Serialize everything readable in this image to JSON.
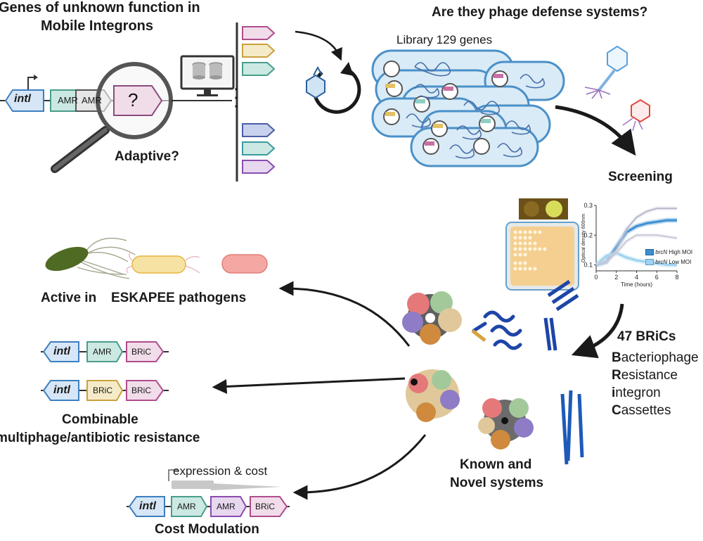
{
  "colors": {
    "intl": "#3d7fbf",
    "amr": "#8ecfc3",
    "bric": "#d65a8a",
    "bric_alt": "#e3c262",
    "query": "#c86fa3",
    "cell_fill": "#cfe4f5",
    "cell_stroke": "#4a90c8",
    "arrow": "#1a1a1a",
    "high_moi": "#3d8fd1",
    "low_moi": "#9fd3f0"
  },
  "icons": {
    "magnifier": "magnifier-icon",
    "computer": "computer-icon",
    "cycle": "cycle-arrow-icon",
    "phage": "phage-icon",
    "plate": "plate-icon",
    "protein": "protein-structure-icon",
    "bacteria": "bacteria-icon"
  },
  "top_left": {
    "title_line1": "Genes of unknown function in",
    "title_line2": "Mobile Integrons",
    "cassette": {
      "intl": "intl",
      "amr1": "AMR",
      "amr2": "AMR",
      "unknown": "?"
    },
    "adaptive": "Adaptive?"
  },
  "top_right": {
    "question": "Are they phage defense systems?",
    "library": "Library 129 genes",
    "ellipsis": "· · ·"
  },
  "screening": {
    "label": "Screening",
    "chart_data": {
      "type": "line",
      "xlabel": "Time (hours)",
      "ylabel": "Optical density 600nm",
      "x_ticks": [
        "0",
        "2",
        "4",
        "6",
        "8"
      ],
      "y_ticks": [
        "0.1",
        "0.2",
        "0.3"
      ],
      "xlim": [
        0,
        8
      ],
      "ylim": [
        0.08,
        0.3
      ],
      "series": [
        {
          "name": "brcN High MOI",
          "x": [
            0,
            1,
            2,
            3,
            4,
            5,
            6,
            7,
            8
          ],
          "values": [
            0.1,
            0.11,
            0.16,
            0.21,
            0.23,
            0.24,
            0.245,
            0.25,
            0.25
          ]
        },
        {
          "name": "brcN Low MOI",
          "x": [
            0,
            1,
            2,
            3,
            4,
            5,
            6,
            7,
            8
          ],
          "values": [
            0.1,
            0.13,
            0.14,
            0.125,
            0.115,
            0.11,
            0.105,
            0.1,
            0.1
          ]
        },
        {
          "name": "",
          "x": [
            0,
            1,
            2,
            3,
            4,
            5,
            6,
            7,
            8
          ],
          "values": [
            0.1,
            0.11,
            0.15,
            0.22,
            0.26,
            0.28,
            0.29,
            0.29,
            0.29
          ]
        },
        {
          "name": "",
          "x": [
            0,
            1,
            2,
            3,
            4,
            5,
            6,
            7,
            8
          ],
          "values": [
            0.1,
            0.11,
            0.14,
            0.18,
            0.2,
            0.2,
            0.2,
            0.195,
            0.19
          ]
        }
      ],
      "legend_high": {
        "italic": "brcN",
        "rest": " High MOI"
      },
      "legend_low": {
        "italic": "brcN",
        "rest": " Low MOI"
      }
    }
  },
  "brics": {
    "count_title": "47 BRiCs",
    "lines": [
      {
        "first": "B",
        "rest": "acteriophage"
      },
      {
        "first": "R",
        "rest": "esistance"
      },
      {
        "first": "i",
        "rest": "ntegron"
      },
      {
        "first": "C",
        "rest": "assettes"
      }
    ]
  },
  "known_novel": {
    "line1": "Known and",
    "line2": "Novel systems"
  },
  "left_results": {
    "active_a": "Active in",
    "active_b": "ESKAPEE pathogens",
    "combo_row1": {
      "intl": "intl",
      "mid": "AMR",
      "end": "BRiC"
    },
    "combo_row2": {
      "intl": "intl",
      "mid": "BRiC",
      "end": "BRiC"
    },
    "combinable_line1": "Combinable",
    "combinable_line2": "multiphage/antibiotic resistance",
    "cost_label": "expression & cost",
    "cost_row": {
      "intl": "intl",
      "a1": "AMR",
      "a2": "AMR",
      "end": "BRiC"
    },
    "cost_title": "Cost Modulation"
  }
}
